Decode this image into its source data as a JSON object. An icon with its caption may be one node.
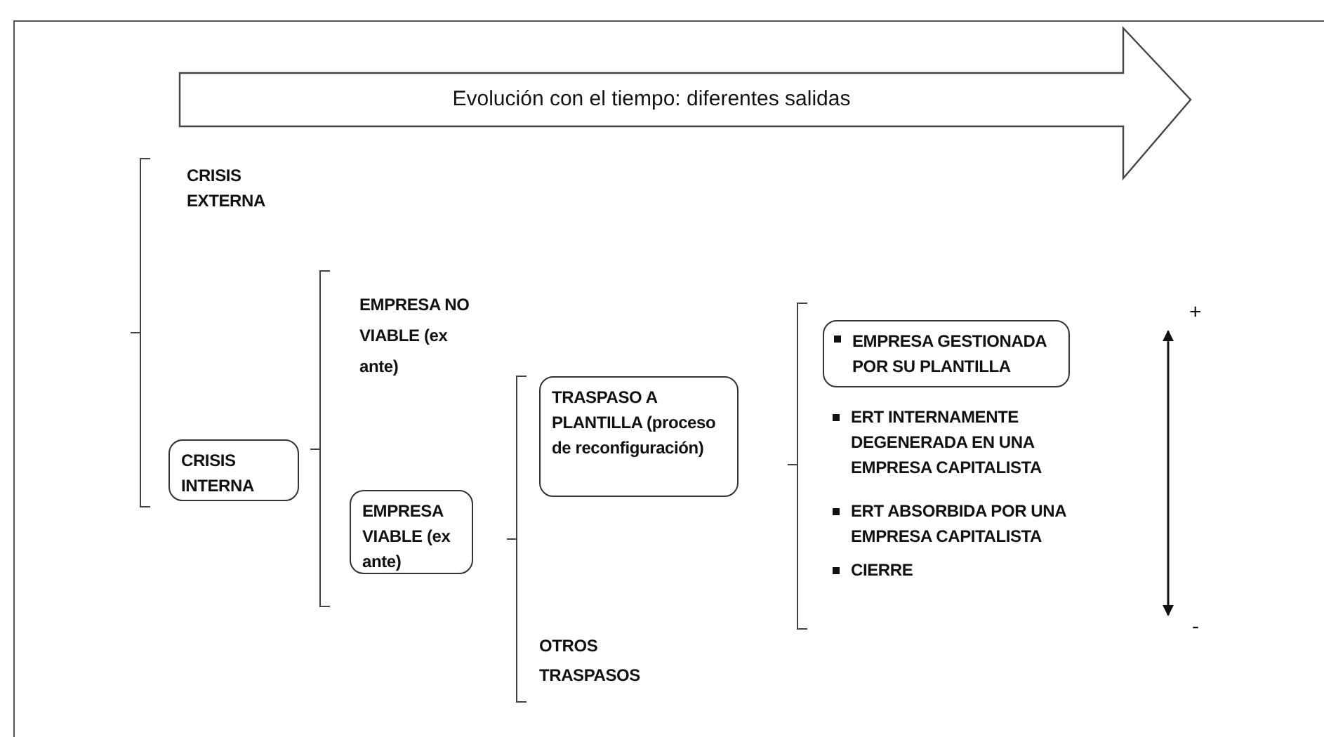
{
  "diagram": {
    "nodes": [
      {
        "text": [
          "Evolución con el tiempo: diferentes salidas"
        ]
      },
      {
        "text": [
          "CRISIS INTERNA"
        ]
      },
      {
        "text": [
          "EMPRESA VIABLE (ex ante)"
        ]
      },
      {
        "text": [
          "TRASPASO A PLANTILLA (proceso de reconfiguración)"
        ]
      },
      {
        "text": [
          "EMPRESA GESTIONADA POR SU PLANTILLA"
        ]
      }
    ],
    "edges": [],
    "labels": [
      "CRISIS EXTERNA",
      "EMPRESA NO VIABLE (ex ante)",
      "+",
      "ERT INTERNAMENTE DEGENERADA EN UNA EMPRESA CAPITALISTA",
      "ERT ABSORBIDA POR UNA EMPRESA CAPITALISTA",
      "CIERRE",
      "-",
      "OTROS TRASPASOS"
    ]
  }
}
